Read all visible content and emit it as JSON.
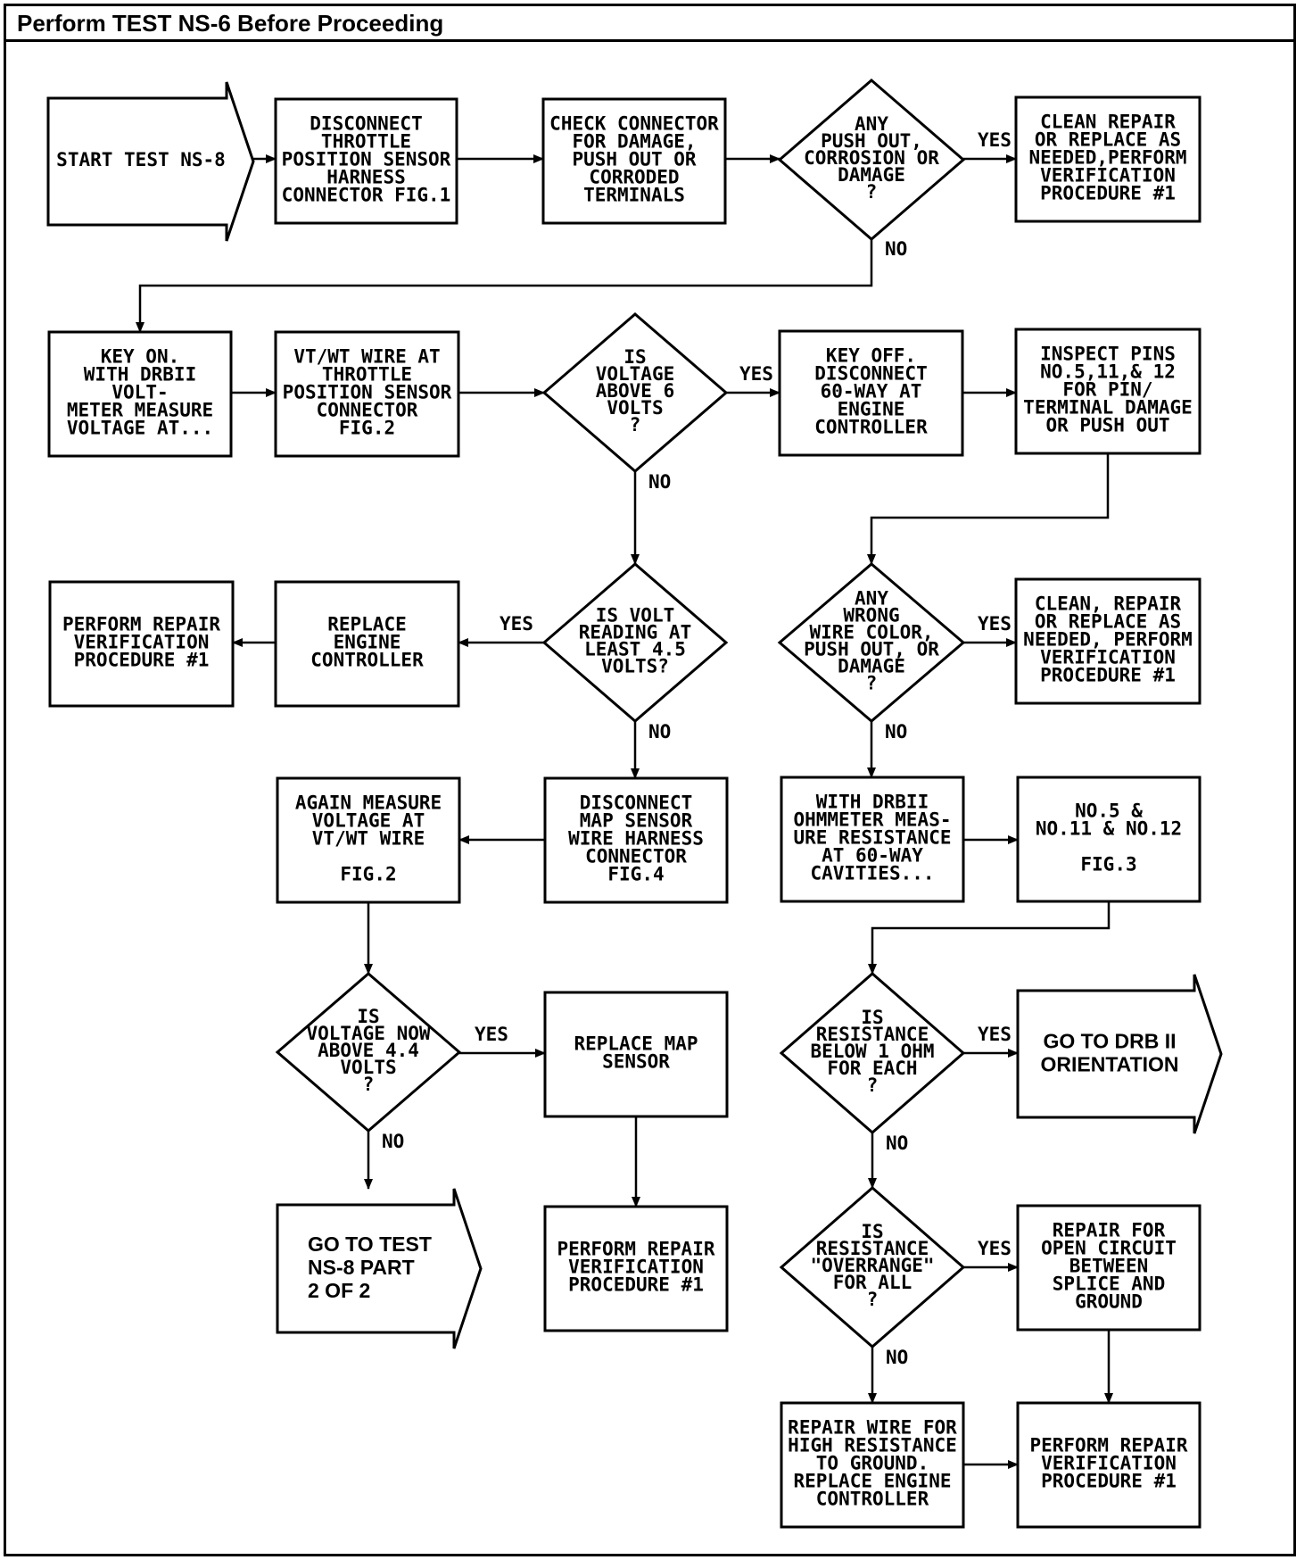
{
  "title": "Perform TEST NS-6 Before Proceeding",
  "colors": {
    "ink": "#000000",
    "background": "#ffffff"
  },
  "nodes": [
    {
      "id": "start",
      "shape": "arrow-right",
      "lines": [
        "START TEST NS-8"
      ]
    },
    {
      "id": "disconnect-tps",
      "shape": "box",
      "lines": [
        "DISCONNECT",
        "THROTTLE",
        "POSITION SENSOR",
        "HARNESS",
        "CONNECTOR FIG.1"
      ]
    },
    {
      "id": "check-connector",
      "shape": "box",
      "lines": [
        "CHECK CONNECTOR",
        "FOR DAMAGE,",
        "PUSH OUT OR",
        "CORRODED",
        "TERMINALS"
      ]
    },
    {
      "id": "q-pushout",
      "shape": "diamond",
      "lines": [
        "ANY",
        "PUSH OUT,",
        "CORROSION OR",
        "DAMAGE",
        "?"
      ]
    },
    {
      "id": "clean-repair-1",
      "shape": "box",
      "lines": [
        "CLEAN REPAIR",
        "OR REPLACE AS",
        "NEEDED,PERFORM",
        "VERIFICATION",
        "PROCEDURE #1"
      ]
    },
    {
      "id": "key-on",
      "shape": "box",
      "lines": [
        "KEY ON.",
        "WITH DRBII",
        "VOLT-",
        "METER MEASURE",
        "VOLTAGE AT..."
      ]
    },
    {
      "id": "vt-wt-wire",
      "shape": "box",
      "lines": [
        "VT/WT WIRE AT",
        "THROTTLE",
        "POSITION SENSOR",
        "CONNECTOR",
        "FIG.2"
      ]
    },
    {
      "id": "q-above-6",
      "shape": "diamond",
      "lines": [
        "IS",
        "VOLTAGE",
        "ABOVE 6",
        "VOLTS",
        "?"
      ]
    },
    {
      "id": "key-off",
      "shape": "box",
      "lines": [
        "KEY OFF.",
        "DISCONNECT",
        "60-WAY AT",
        "ENGINE",
        "CONTROLLER"
      ]
    },
    {
      "id": "inspect-pins",
      "shape": "box",
      "lines": [
        "INSPECT PINS",
        "NO.5,11,& 12",
        "FOR PIN/",
        "TERMINAL DAMAGE",
        "OR PUSH OUT"
      ]
    },
    {
      "id": "perform-repair-1",
      "shape": "box",
      "lines": [
        "PERFORM REPAIR",
        "VERIFICATION",
        "PROCEDURE #1"
      ]
    },
    {
      "id": "replace-ecu-1",
      "shape": "box",
      "lines": [
        "REPLACE",
        "ENGINE",
        "CONTROLLER"
      ]
    },
    {
      "id": "q-least-45",
      "shape": "diamond",
      "lines": [
        "IS VOLT",
        "READING AT",
        "LEAST 4.5",
        "VOLTS?"
      ]
    },
    {
      "id": "q-wrong-wire",
      "shape": "diamond",
      "lines": [
        "ANY",
        "WRONG",
        "WIRE COLOR,",
        "PUSH OUT, OR",
        "DAMAGE",
        "?"
      ]
    },
    {
      "id": "clean-repair-2",
      "shape": "box",
      "lines": [
        "CLEAN, REPAIR",
        "OR REPLACE AS",
        "NEEDED, PERFORM",
        "VERIFICATION",
        "PROCEDURE #1"
      ]
    },
    {
      "id": "again-measure",
      "shape": "box",
      "lines": [
        "AGAIN MEASURE",
        "VOLTAGE AT",
        "VT/WT WIRE",
        "",
        "FIG.2"
      ]
    },
    {
      "id": "disconnect-map",
      "shape": "box",
      "lines": [
        "DISCONNECT",
        "MAP SENSOR",
        "WIRE HARNESS",
        "CONNECTOR",
        "FIG.4"
      ]
    },
    {
      "id": "ohmmeter",
      "shape": "box",
      "lines": [
        "WITH DRBII",
        "OHMMETER MEAS-",
        "URE RESISTANCE",
        "AT 60-WAY",
        "CAVITIES..."
      ]
    },
    {
      "id": "no5-no11",
      "shape": "box",
      "lines": [
        "NO.5 &",
        "NO.11 & NO.12",
        "",
        "FIG.3"
      ]
    },
    {
      "id": "q-above-44",
      "shape": "diamond",
      "lines": [
        "IS",
        "VOLTAGE NOW",
        "ABOVE 4.4",
        "VOLTS",
        "?"
      ]
    },
    {
      "id": "replace-map",
      "shape": "box",
      "lines": [
        "REPLACE MAP",
        "SENSOR"
      ]
    },
    {
      "id": "q-below-1ohm",
      "shape": "diamond",
      "lines": [
        "IS",
        "RESISTANCE",
        "BELOW 1 OHM",
        "FOR EACH",
        "?"
      ]
    },
    {
      "id": "go-drb",
      "shape": "arrow-right",
      "lines": [
        "GO TO DRB II",
        "ORIENTATION"
      ]
    },
    {
      "id": "go-ns8",
      "shape": "arrow-right",
      "lines": [
        "GO TO TEST",
        "NS-8 PART",
        "2 OF 2"
      ]
    },
    {
      "id": "perform-repair-2",
      "shape": "box",
      "lines": [
        "PERFORM REPAIR",
        "VERIFICATION",
        "PROCEDURE #1"
      ]
    },
    {
      "id": "q-overrange",
      "shape": "diamond",
      "lines": [
        "IS",
        "RESISTANCE",
        "\"OVERRANGE\"",
        "FOR ALL",
        "?"
      ]
    },
    {
      "id": "repair-open",
      "shape": "box",
      "lines": [
        "REPAIR FOR",
        "OPEN CIRCUIT",
        "BETWEEN",
        "SPLICE AND",
        "GROUND"
      ]
    },
    {
      "id": "repair-high-res",
      "shape": "box",
      "lines": [
        "REPAIR WIRE FOR",
        "HIGH RESISTANCE",
        "TO GROUND.",
        "REPLACE ENGINE",
        "CONTROLLER"
      ]
    },
    {
      "id": "perform-repair-3",
      "shape": "box",
      "lines": [
        "PERFORM REPAIR",
        "VERIFICATION",
        "PROCEDURE #1"
      ]
    }
  ],
  "edges": [
    {
      "from": "start",
      "to": "disconnect-tps",
      "label": ""
    },
    {
      "from": "disconnect-tps",
      "to": "check-connector",
      "label": ""
    },
    {
      "from": "check-connector",
      "to": "q-pushout",
      "label": ""
    },
    {
      "from": "q-pushout",
      "to": "clean-repair-1",
      "label": "YES"
    },
    {
      "from": "q-pushout",
      "to": "key-on",
      "label": "NO"
    },
    {
      "from": "key-on",
      "to": "vt-wt-wire",
      "label": ""
    },
    {
      "from": "vt-wt-wire",
      "to": "q-above-6",
      "label": ""
    },
    {
      "from": "q-above-6",
      "to": "key-off",
      "label": "YES"
    },
    {
      "from": "key-off",
      "to": "inspect-pins",
      "label": ""
    },
    {
      "from": "q-above-6",
      "to": "q-least-45",
      "label": "NO"
    },
    {
      "from": "inspect-pins",
      "to": "q-wrong-wire",
      "label": ""
    },
    {
      "from": "q-least-45",
      "to": "replace-ecu-1",
      "label": "YES"
    },
    {
      "from": "replace-ecu-1",
      "to": "perform-repair-1",
      "label": ""
    },
    {
      "from": "q-wrong-wire",
      "to": "clean-repair-2",
      "label": "YES"
    },
    {
      "from": "q-least-45",
      "to": "disconnect-map",
      "label": "NO"
    },
    {
      "from": "q-wrong-wire",
      "to": "ohmmeter",
      "label": "NO"
    },
    {
      "from": "disconnect-map",
      "to": "again-measure",
      "label": ""
    },
    {
      "from": "ohmmeter",
      "to": "no5-no11",
      "label": ""
    },
    {
      "from": "again-measure",
      "to": "q-above-44",
      "label": ""
    },
    {
      "from": "no5-no11",
      "to": "q-below-1ohm",
      "label": ""
    },
    {
      "from": "q-above-44",
      "to": "replace-map",
      "label": "YES"
    },
    {
      "from": "q-below-1ohm",
      "to": "go-drb",
      "label": "YES"
    },
    {
      "from": "q-above-44",
      "to": "go-ns8",
      "label": "NO"
    },
    {
      "from": "replace-map",
      "to": "perform-repair-2",
      "label": ""
    },
    {
      "from": "q-below-1ohm",
      "to": "q-overrange",
      "label": "NO"
    },
    {
      "from": "q-overrange",
      "to": "repair-open",
      "label": "YES"
    },
    {
      "from": "q-overrange",
      "to": "repair-high-res",
      "label": "NO"
    },
    {
      "from": "repair-open",
      "to": "perform-repair-3",
      "label": ""
    },
    {
      "from": "repair-high-res",
      "to": "perform-repair-3",
      "label": ""
    }
  ]
}
